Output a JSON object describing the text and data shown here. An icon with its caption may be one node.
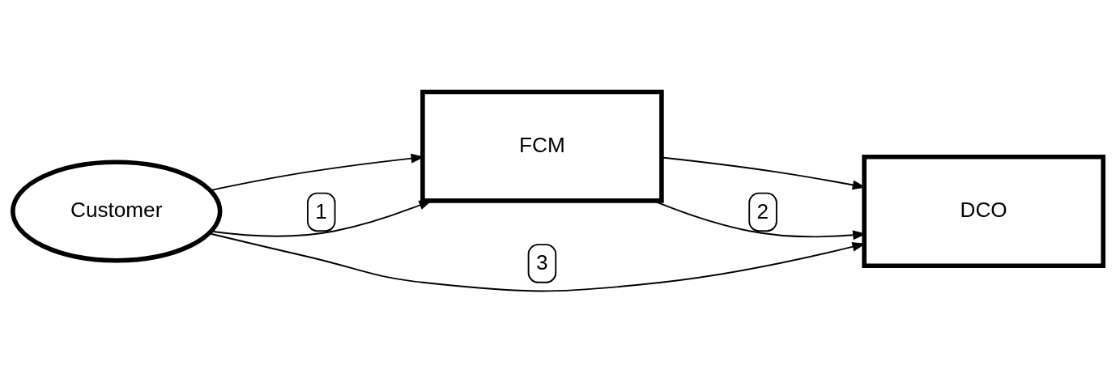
{
  "diagram": {
    "nodes": [
      {
        "text": [
          "Customer"
        ]
      },
      {
        "text": [
          "FCM"
        ]
      },
      {
        "text": [
          "DCO"
        ]
      }
    ],
    "edges": [
      {
        "from": 0,
        "to": 1,
        "arrow": "to"
      },
      {
        "from": 1,
        "to": 2,
        "arrow": "to"
      },
      {
        "from": 0,
        "to": 1,
        "arrow": "to",
        "label": "1"
      },
      {
        "from": 1,
        "to": 2,
        "arrow": "to",
        "label": "2"
      },
      {
        "from": 0,
        "to": 2,
        "arrow": "to",
        "label": "3"
      }
    ]
  }
}
